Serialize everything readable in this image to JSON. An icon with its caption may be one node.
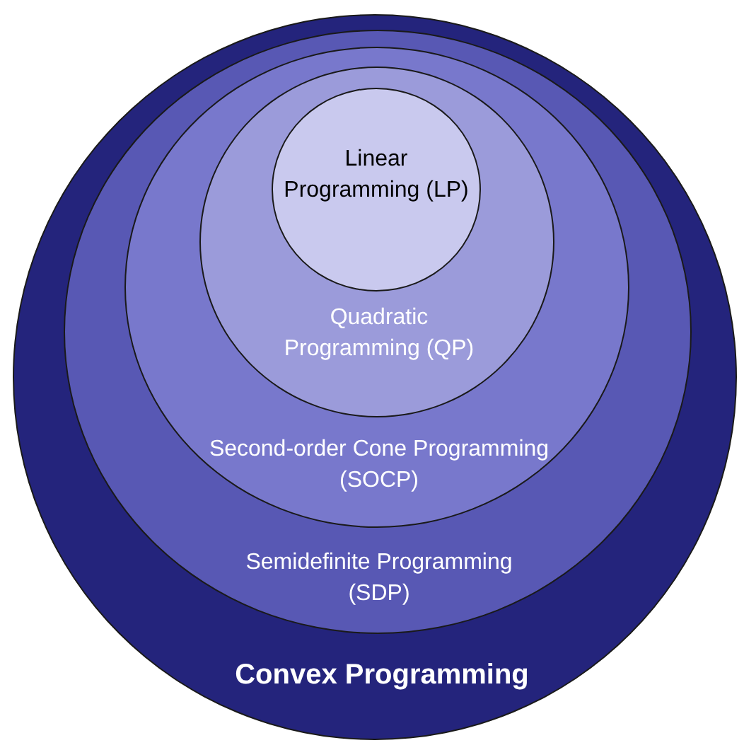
{
  "diagram": {
    "nodes": [
      {
        "text": [
          "Convex Programming"
        ]
      },
      {
        "text": [
          "Semidefinite Programming (SDP)"
        ],
        "in": 0
      },
      {
        "text": [
          "Second-order Cone Programming (SOCP)"
        ],
        "in": 1
      },
      {
        "text": [
          "Quadratic Programming (QP)"
        ],
        "in": 2
      },
      {
        "text": [
          "Linear Programming (LP)"
        ],
        "in": 3
      }
    ]
  }
}
